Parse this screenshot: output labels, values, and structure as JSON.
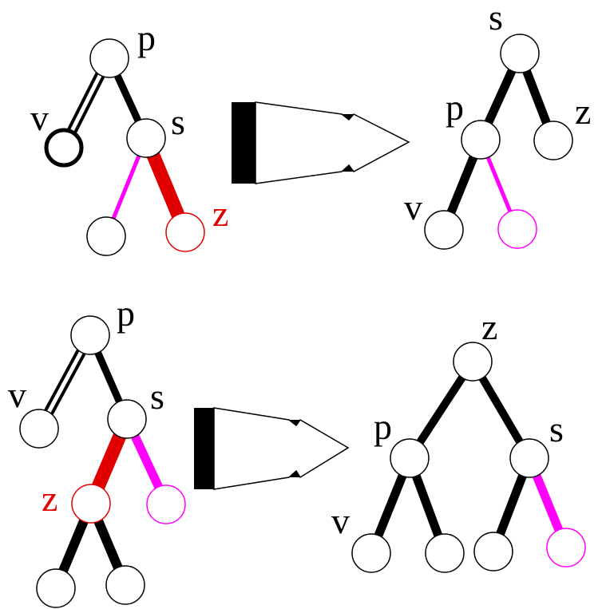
{
  "colors": {
    "black": "#000000",
    "red": "#e00000",
    "magenta": "#ff00ff",
    "white": "#ffffff"
  },
  "top_before": {
    "p": "p",
    "v": "v",
    "s": "s",
    "z": "z"
  },
  "top_after": {
    "s": "s",
    "p": "p",
    "z": "z",
    "v": "v"
  },
  "bottom_before": {
    "p": "p",
    "v": "v",
    "s": "s",
    "z": "z"
  },
  "bottom_after": {
    "z": "z",
    "p": "p",
    "s": "s",
    "v": "v"
  }
}
